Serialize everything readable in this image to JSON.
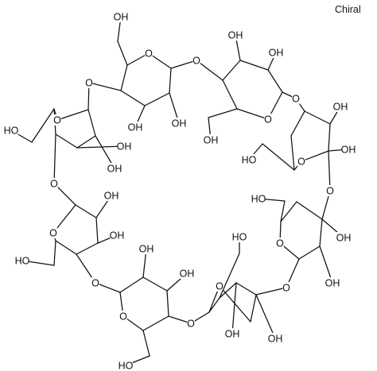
{
  "header": {
    "stereo_label": "Chiral"
  },
  "atoms": {
    "ring_oxygen": "O",
    "hydroxyl": "OH",
    "hydroxyl_left": "HO",
    "glycosidic_oxygen": "O"
  },
  "structure": {
    "units": 8,
    "bridge_oxygens": 8
  }
}
